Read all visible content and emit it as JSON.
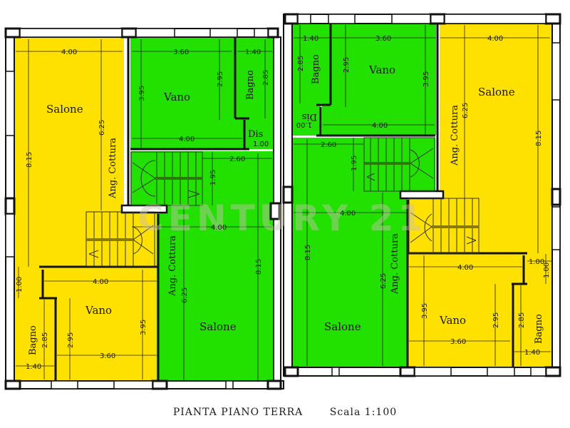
{
  "drawing": {
    "title": "PIANTA PIANO TERRA",
    "scale": "Scala 1:100",
    "watermark": "CENTURY 21",
    "colors": {
      "yellow": "#ffe100",
      "green": "#22e000",
      "wall": "#111111"
    }
  },
  "left_unit": {
    "salone_yellow": {
      "name": "Salone",
      "width": "4.00",
      "depth": "8.15",
      "kitchen_label": "Ang. Cottura",
      "kitchen_depth": "6.25"
    },
    "vano_green": {
      "name": "Vano",
      "width_top": "3.60",
      "width_bottom": "4.00",
      "depth": "3.95",
      "inner_depth": "2.95"
    },
    "bagno_green": {
      "name": "Bagno",
      "width": "1.40",
      "depth": "2.85"
    },
    "dis_green": {
      "name": "Dis",
      "width": "1.00",
      "depth": "1.00"
    },
    "stair_green": {
      "width": "2.60",
      "depth": "1.95"
    },
    "salone_green": {
      "name": "Salone",
      "width": "4.00",
      "depth": "8.15",
      "kitchen_label": "Ang. Cottura",
      "kitchen_depth": "6.25"
    },
    "dis_yellow": {
      "width": "1.00",
      "depth": "1.00"
    },
    "vano_yellow": {
      "name": "Vano",
      "width_top": "4.00",
      "width_bottom": "3.60",
      "depth": "3.95",
      "inner_depth": "2.95"
    },
    "bagno_yellow": {
      "name": "Bagno",
      "width": "1.40",
      "depth": "2.85"
    }
  },
  "right_unit": {
    "bagno_green": {
      "name": "Bagno",
      "width": "1.40",
      "depth": "2.85"
    },
    "vano_green": {
      "name": "Vano",
      "width_top": "3.60",
      "width_bottom": "4.00",
      "depth": "3.95",
      "inner_depth": "2.95"
    },
    "dis_green": {
      "name": "Dis",
      "width": "1.00",
      "depth": "1.00"
    },
    "stair_green": {
      "width": "2.60",
      "depth": "1.95"
    },
    "salone_green": {
      "name": "Salone",
      "width": "4.00",
      "depth": "8.15",
      "kitchen_label": "Ang. Cottura",
      "kitchen_depth": "6.25"
    },
    "salone_yellow": {
      "name": "Salone",
      "width": "4.00",
      "depth": "8.15",
      "kitchen_label": "Ang. Cottura",
      "kitchen_depth": "6.25"
    },
    "dis_yellow": {
      "width": "1.00",
      "depth": "1.00"
    },
    "vano_yellow": {
      "name": "Vano",
      "width_top": "4.00",
      "width_bottom": "3.60",
      "depth": "3.95",
      "inner_depth": "2.95"
    },
    "bagno_yellow": {
      "name": "Bagno",
      "width": "1.40",
      "depth": "2.85"
    }
  }
}
